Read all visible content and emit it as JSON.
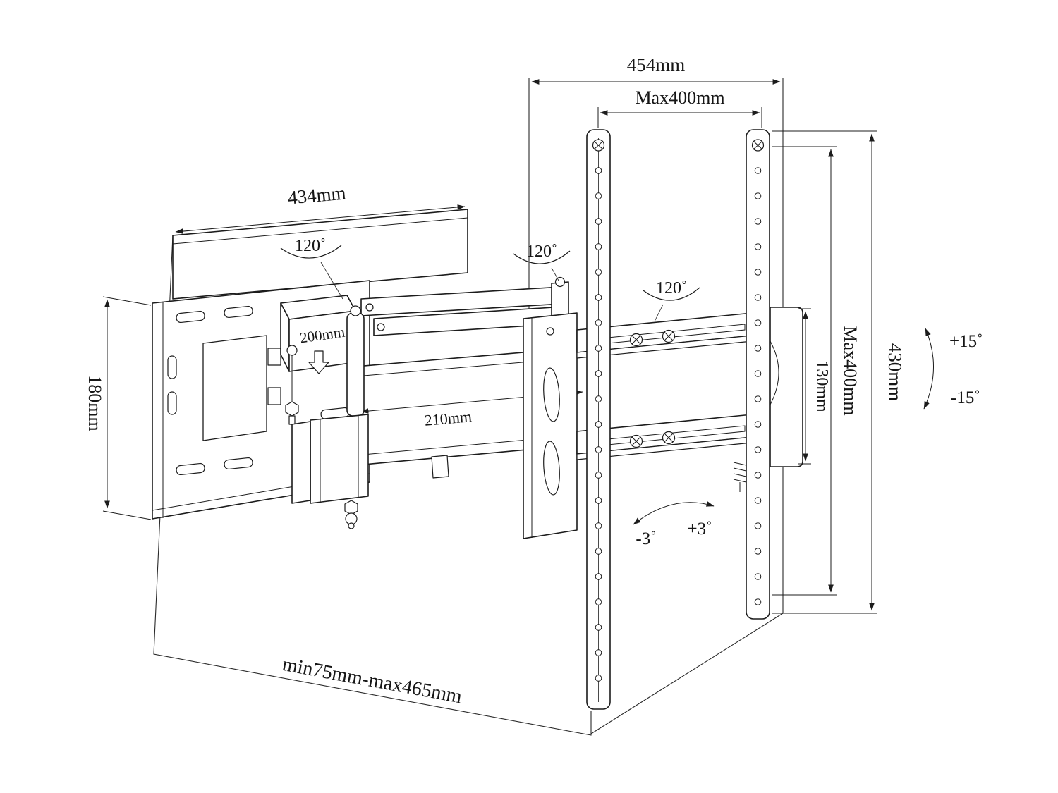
{
  "meta": {
    "background": "#ffffff",
    "line_color": "#1c1c1c",
    "drawing": "TV wall mount articulating bracket dimensional drawing"
  },
  "labels": {
    "top_width": "454mm",
    "vesa_width": "Max400mm",
    "plate_width": "434mm",
    "plate_height": "180mm",
    "block_depth": "200mm",
    "arm_length": "210mm",
    "bracket_height": "130mm",
    "vesa_height": "Max400mm",
    "rail_height": "430mm",
    "extension_range": "min75mm-max465mm",
    "swivel_wall": "120˚",
    "swivel_mid": "120˚",
    "swivel_tv": "120˚",
    "tilt_up": "+15˚",
    "tilt_down": "-15˚",
    "level_minus": "-3˚",
    "level_plus": "+3˚"
  }
}
